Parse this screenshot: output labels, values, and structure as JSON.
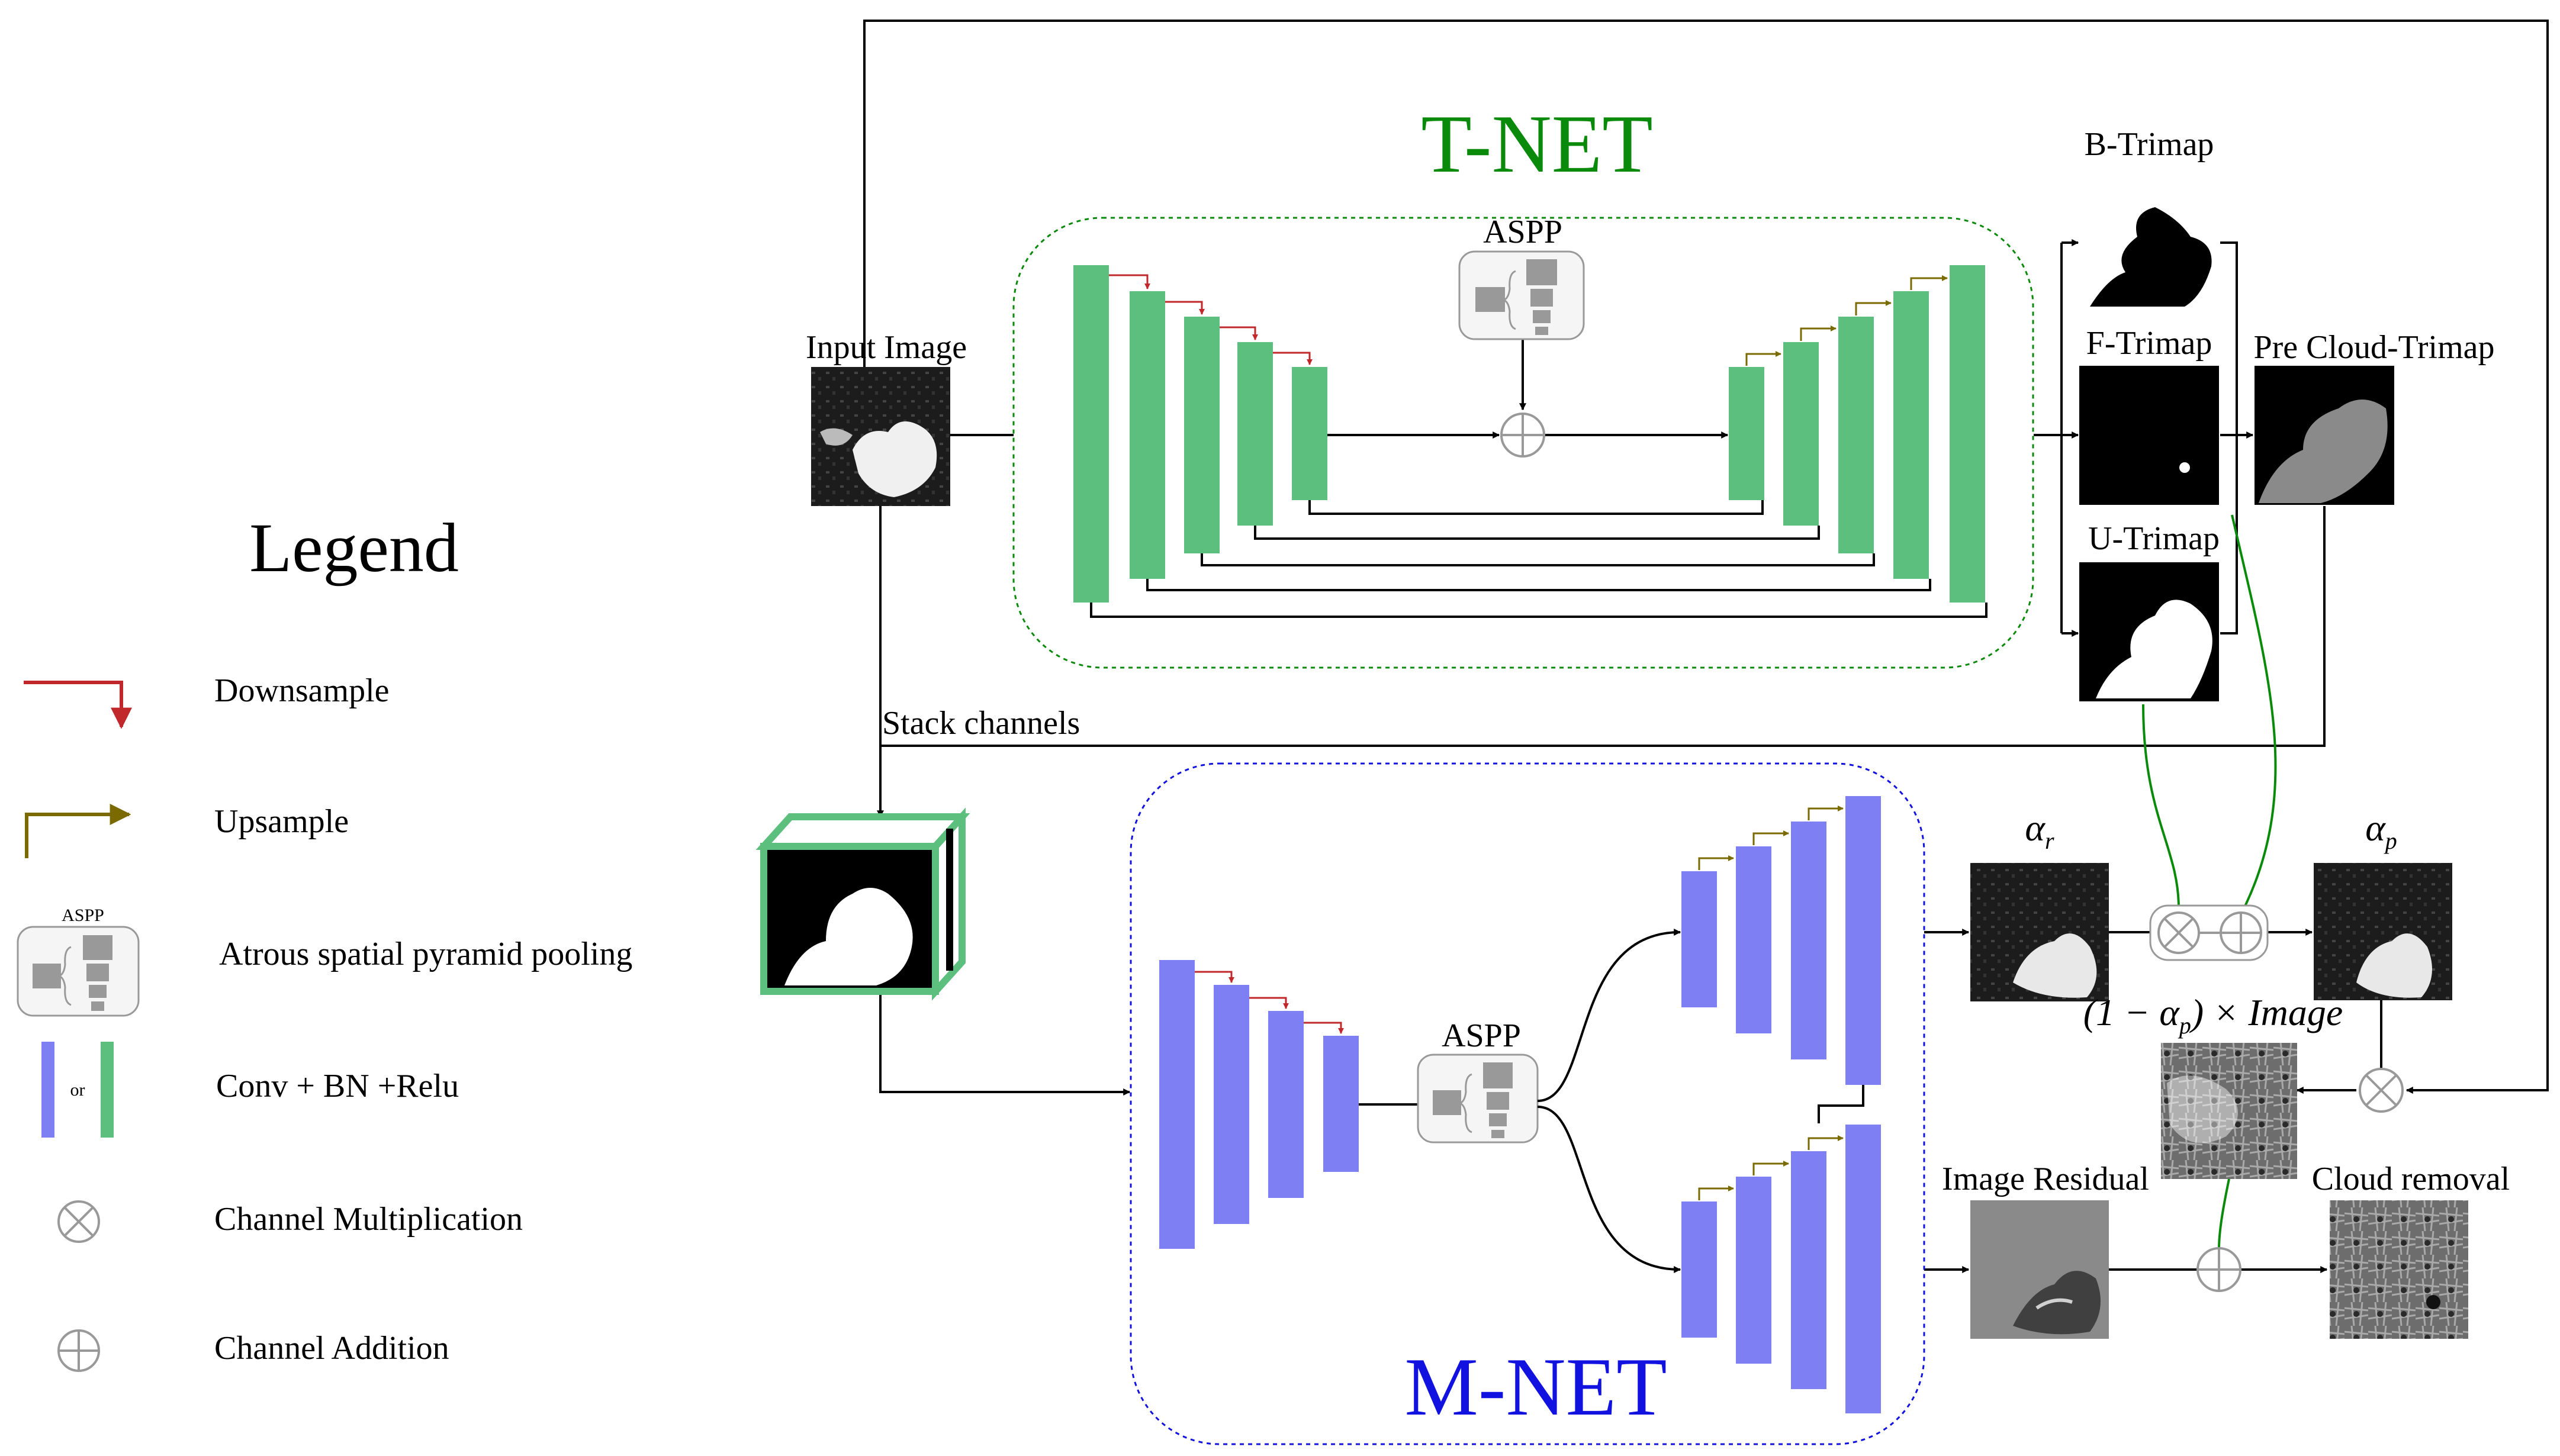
{
  "titles": {
    "tnet": "T-NET",
    "mnet": "M-NET"
  },
  "labels": {
    "input_image": "Input Image",
    "aspp_top": "ASPP",
    "aspp_bottom": "ASPP",
    "stack_channels": "Stack channels",
    "b_trimap": "B-Trimap",
    "f_trimap": "F-Trimap",
    "u_trimap": "U-Trimap",
    "pre_cloud_trimap": "Pre Cloud-Trimap",
    "alpha_r": "α",
    "alpha_r_sub": "r",
    "alpha_p": "α",
    "alpha_p_sub": "p",
    "one_minus_alpha": "(1 − α",
    "one_minus_alpha_sub": "p",
    "one_minus_alpha_tail": ") × Image",
    "image_residual": "Image Residual",
    "cloud_removal": "Cloud removal"
  },
  "legend": {
    "title": "Legend",
    "aspp_icon_text": "ASPP",
    "or_text": "or",
    "items": [
      {
        "icon": "downsample-arrow-icon",
        "label": "Downsample"
      },
      {
        "icon": "upsample-arrow-icon",
        "label": "Upsample"
      },
      {
        "icon": "aspp-block-icon",
        "label": "Atrous spatial pyramid pooling"
      },
      {
        "icon": "conv-block-icon",
        "label": "Conv + BN +Relu"
      },
      {
        "icon": "multiply-circle-icon",
        "label": "Channel Multiplication"
      },
      {
        "icon": "add-circle-icon",
        "label": "Channel Addition"
      }
    ]
  },
  "colors": {
    "tnet_block": "#5cbf7e",
    "mnet_block": "#7f7ff4",
    "tnet_title": "#0a8a0a",
    "mnet_title": "#1212e0",
    "downsample_arrow": "#c0282b",
    "upsample_arrow": "#7a6a00",
    "green_connector": "#0a8a0a"
  }
}
